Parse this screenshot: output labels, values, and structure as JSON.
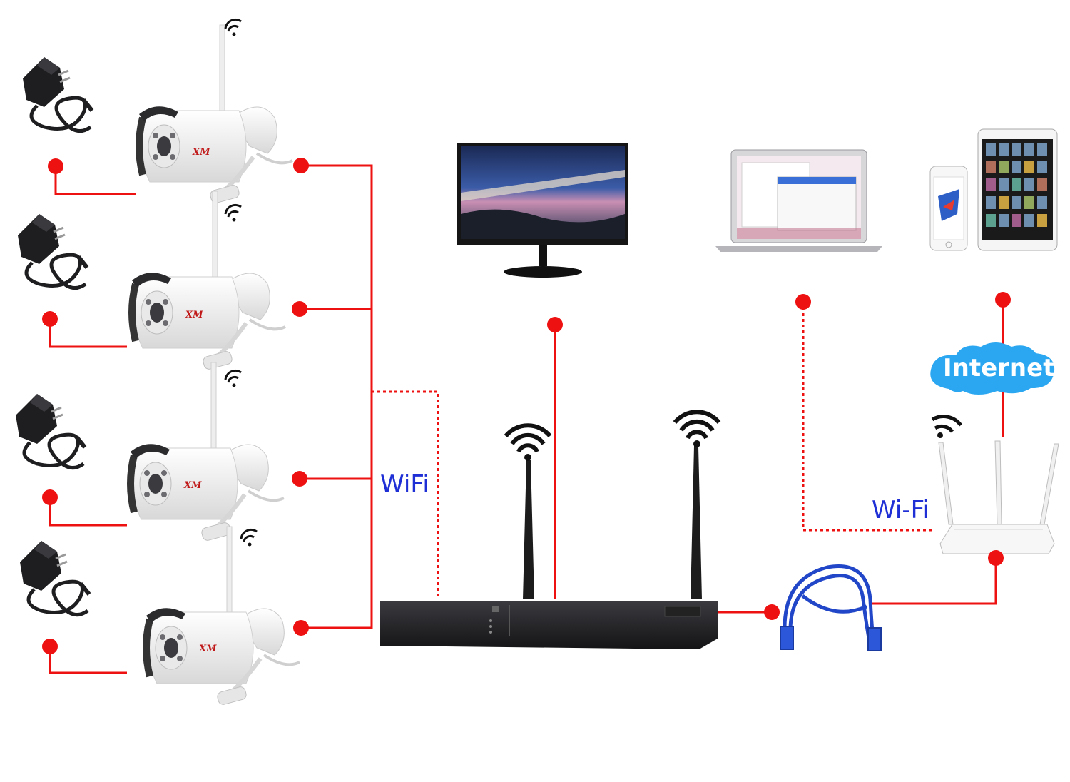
{
  "labels": {
    "nvr_wifi": "WiFi",
    "router_wifi": "Wi-Fi",
    "internet": "Internet",
    "camera_logo": "XM"
  },
  "colors": {
    "connection_line": "#ee1111",
    "wifi_label": "#1f2fd6",
    "cloud": "#2aa7f0",
    "nvr_body": "#2a2a2e",
    "camera_body": "#f2f2f2",
    "ethernet_cable": "#2146c8"
  },
  "nodes": {
    "cameras": [
      {
        "name": "camera-1",
        "power": "power-adapter-1"
      },
      {
        "name": "camera-2",
        "power": "power-adapter-2"
      },
      {
        "name": "camera-3",
        "power": "power-adapter-3"
      },
      {
        "name": "camera-4",
        "power": "power-adapter-4"
      }
    ],
    "nvr": "wireless-nvr-icon",
    "monitor": "monitor-icon",
    "laptop": "laptop-icon",
    "phone": "smartphone-icon",
    "tablet": "tablet-icon",
    "router": "router-icon",
    "cable": "ethernet-cable-icon",
    "cloud": "cloud-icon"
  }
}
